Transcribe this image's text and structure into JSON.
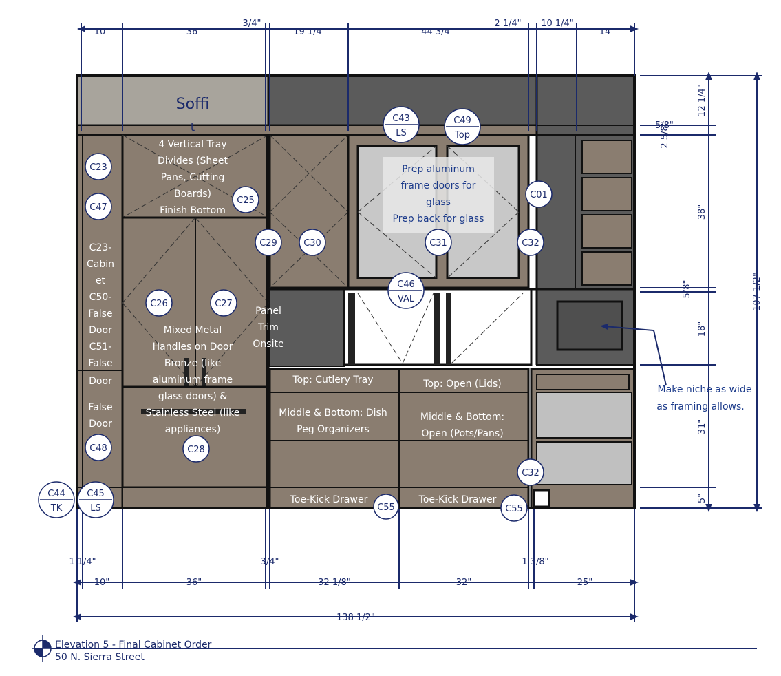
{
  "drawing": {
    "title": "Elevation 5 - Final Cabinet Order",
    "address": "50 N. Sierra Street",
    "top_dimensions": [
      "10\"",
      "36\"",
      "3/4\"",
      "19 1/4\"",
      "44 3/4\"",
      "2 1/4\"",
      "10 1/4\"",
      "14\""
    ],
    "bottom_dimensions": [
      "1 1/4\"",
      "10\"",
      "36\"",
      "3/4\"",
      "32 1/8\"",
      "32\"",
      "1 3/8\"",
      "25\"",
      "138 1/2\""
    ],
    "right_dimensions": [
      "12 1/4\"",
      "5/8\"",
      "2 5/8\"",
      "38\"",
      "5/8\"",
      "18\"",
      "31\"",
      "5\"",
      "107 1/2\""
    ],
    "labels": {
      "soffit": "Soffi",
      "soffit_mark": "t",
      "tray_divides": [
        "4 Vertical Tray",
        "Divides (Sheet",
        "Pans, Cutting",
        "Boards)",
        "Finish Bottom"
      ],
      "prep_glass": [
        "Prep aluminum",
        "frame doors for",
        "glass",
        "Prep back for glass"
      ],
      "column_note": [
        "C23-",
        "Cabin",
        "et",
        "C50-",
        "False",
        "Door",
        "C51-",
        "False",
        "Door"
      ],
      "false_door": [
        "False",
        "Door"
      ],
      "panel_trim": [
        "Panel",
        "Trim",
        "Onsite"
      ],
      "handles": [
        "Mixed Metal",
        "Handles on Door",
        "Bronze (like",
        "aluminum frame",
        "glass doors) &",
        "Stainless Steel (like",
        "appliances)"
      ],
      "cutlery": "Top: Cutlery Tray",
      "dish": [
        "Middle & Bottom: Dish",
        "Peg Organizers"
      ],
      "lids": "Top: Open (Lids)",
      "pots": [
        "Middle & Bottom:",
        "Open (Pots/Pans)"
      ],
      "toekick_1": "Toe-Kick Drawer",
      "toekick_2": "Toe-Kick Drawer",
      "niche_note": [
        "Make niche as wide",
        "as framing allows."
      ]
    },
    "tags": {
      "c23": "C23",
      "c47": "C47",
      "c25": "C25",
      "c29": "C29",
      "c30": "C30",
      "c31": "C31",
      "c32a": "C32",
      "c01": "C01",
      "c26": "C26",
      "c27": "C27",
      "c28": "C28",
      "c48": "C48",
      "c32b": "C32",
      "c55a": "C55",
      "c55b": "C55",
      "c43": [
        "C43",
        "LS"
      ],
      "c49": [
        "C49",
        "Top"
      ],
      "c46": [
        "C46",
        "VAL"
      ],
      "c44": [
        "C44",
        "TK"
      ],
      "c45": [
        "C45",
        "LS"
      ]
    },
    "colors": {
      "dim_line": "#1b2a6b",
      "cabinet": "#8a7d70",
      "cabinet_dark": "#6b6259",
      "soffit": "#a8a49c",
      "upper_dark": "#5a5a5a",
      "glass": "#c8c8c8",
      "outline": "#111111"
    }
  }
}
